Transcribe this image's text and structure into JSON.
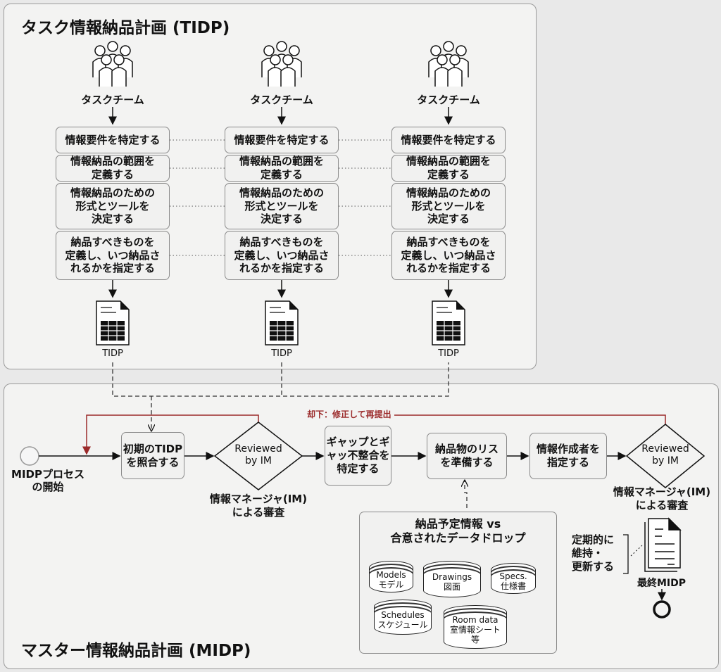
{
  "tidp": {
    "title": "タスク情報納品計画 (TIDP)",
    "columns": [
      {
        "team": "タスクチーム",
        "steps": [
          "情報要件を特定する",
          "情報納品の範囲を\n定義する",
          "情報納品のための\n形式とツールを\n決定する",
          "納品すべきものを\n定義し、いつ納品さ\nれるかを指定する"
        ],
        "doc": "TIDP"
      },
      {
        "team": "タスクチーム",
        "steps": [
          "情報要件を特定する",
          "情報納品の範囲を\n定義する",
          "情報納品のための\n形式とツールを\n決定する",
          "納品すべきものを\n定義し、いつ納品さ\nれるかを指定する"
        ],
        "doc": "TIDP"
      },
      {
        "team": "タスクチーム",
        "steps": [
          "情報要件を特定する",
          "情報納品の範囲を\n定義する",
          "情報納品のための\n形式とツールを\n決定する",
          "納品すべきものを\n定義し、いつ納品さ\nれるかを指定する"
        ],
        "doc": "TIDP"
      }
    ]
  },
  "midp": {
    "title": "マスター情報納品計画 (MIDP)",
    "start": "MIDPプロセス\nの開始",
    "reject": "却下：修正して再提出",
    "steps": [
      "初期のTIDP\nを照合する",
      "ギャップとギ\nャッ不整合を\n特定する",
      "納品物のリス\nを準備する",
      "情報作成者を\n指定する"
    ],
    "review": "Reviewed\nby IM",
    "review_label": "情報マネージャ(IM)\nによる審査",
    "datadrop": {
      "title": "納品予定情報 vs\n合意されたデータドロップ",
      "items": [
        "Models\nモデル",
        "Drawings\n図面",
        "Specs.\n仕様書",
        "Schedules\nスケジュール",
        "Room data\n室情報シート\n等"
      ]
    },
    "maintain": "定期的に\n維持・\n更新する",
    "final": "最終MIDP"
  },
  "colors": {
    "reject": "#9b2a2a"
  }
}
